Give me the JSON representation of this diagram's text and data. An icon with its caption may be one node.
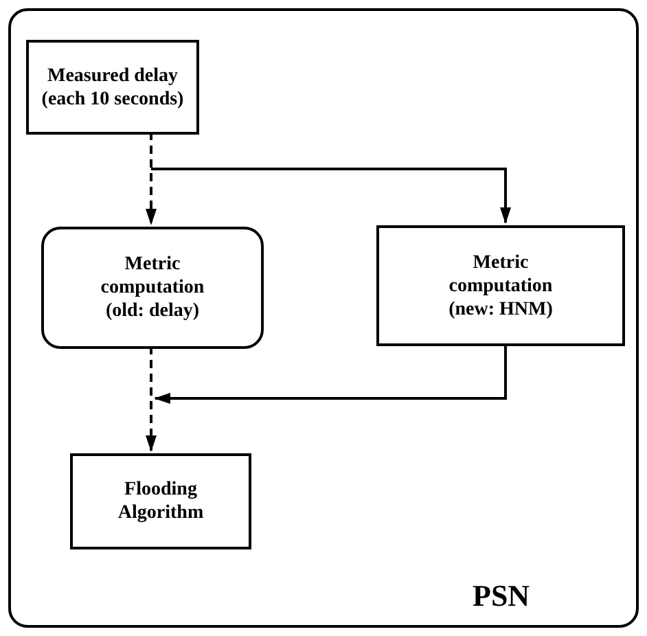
{
  "diagram": {
    "nodes": [
      {
        "text": [
          "PSN"
        ]
      },
      {
        "text": [
          "Measured delay (each 10 seconds)"
        ],
        "in": 0
      },
      {
        "text": [
          "Metric computation (old: delay)"
        ],
        "in": 0
      },
      {
        "text": [
          "Metric computation (new: HNM)"
        ],
        "in": 0
      },
      {
        "text": [
          "Flooding Algorithm"
        ],
        "in": 0
      }
    ],
    "edges": [
      {
        "from": 1,
        "to": 2,
        "arrow": "to",
        "style": "dashed"
      },
      {
        "from": 1,
        "to": 3,
        "arrow": "to"
      },
      {
        "from": 2,
        "to": 4,
        "arrow": "to",
        "style": "dashed"
      },
      {
        "from": 3,
        "to": null,
        "arrow": "to"
      }
    ]
  }
}
